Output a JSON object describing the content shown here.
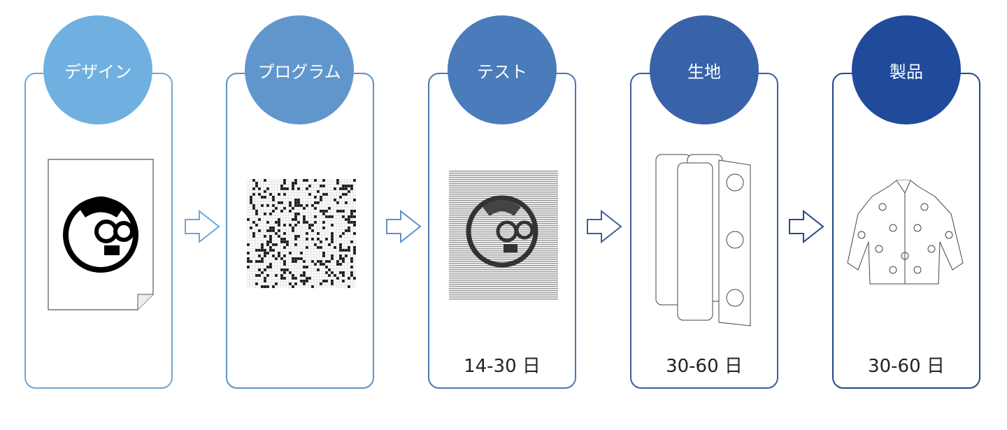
{
  "steps": [
    {
      "label": "デザイン",
      "days": "",
      "color": "#6fb0e0",
      "border": "#6fa7d4"
    },
    {
      "label": "プログラム",
      "days": "",
      "color": "#6196cd",
      "border": "#5f90c4"
    },
    {
      "label": "テスト",
      "days": "14-30 日",
      "color": "#4a7bba",
      "border": "#4a77b2"
    },
    {
      "label": "生地",
      "days": "30-60 日",
      "color": "#3863a9",
      "border": "#3a5f9c"
    },
    {
      "label": "製品",
      "days": "30-60 日",
      "color": "#1f4b9a",
      "border": "#23478a"
    }
  ]
}
